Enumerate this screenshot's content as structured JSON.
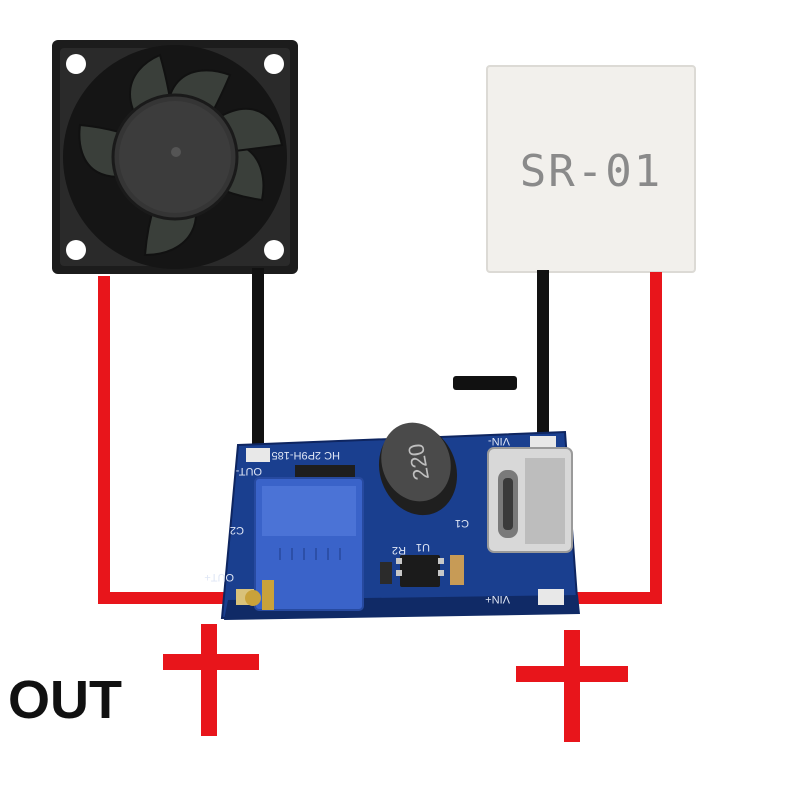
{
  "colors": {
    "wire_red": "#e8151b",
    "wire_black": "#111111",
    "pcb_blue": "#1a3f8f",
    "pcb_blue_dark": "#102a66",
    "potentiometer": "#3a63c9",
    "peltier": "#f2f0ec",
    "fan_body": "#1c1c1c",
    "gold": "#c9a23a"
  },
  "fan": {
    "icon": "cooling-fan-icon"
  },
  "peltier": {
    "marking": "SR-01"
  },
  "pcb": {
    "silk_out_minus": "OUT-",
    "silk_out_plus": "OUT+",
    "silk_vin_minus": "VIN-",
    "silk_vin_plus": "VIN+",
    "silk_model": "HC 2P9H-185",
    "silk_u1": "U1",
    "silk_r2": "R2",
    "silk_c1": "C1",
    "silk_c2": "C2",
    "inductor_marking": "220",
    "usb_port": "usb-c-port-icon"
  },
  "labels": {
    "out": "OUT",
    "minus_sign": "−",
    "plus_left": "+",
    "plus_right": "+"
  }
}
